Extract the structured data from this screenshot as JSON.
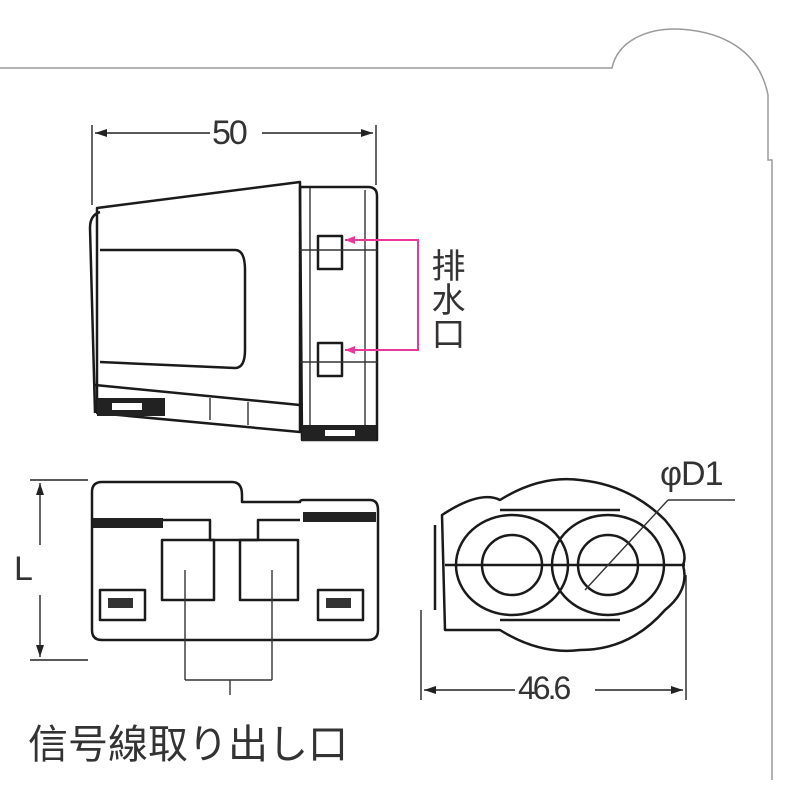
{
  "dimensions": {
    "width": "50",
    "length": "L",
    "diameter": "φD1",
    "outer_width": "46.6"
  },
  "labels": {
    "drain_port": "排水口",
    "signal_wire_outlet": "信号線取り出し口"
  },
  "colors": {
    "callout": "#e8399a",
    "line": "#1a1a1a"
  }
}
